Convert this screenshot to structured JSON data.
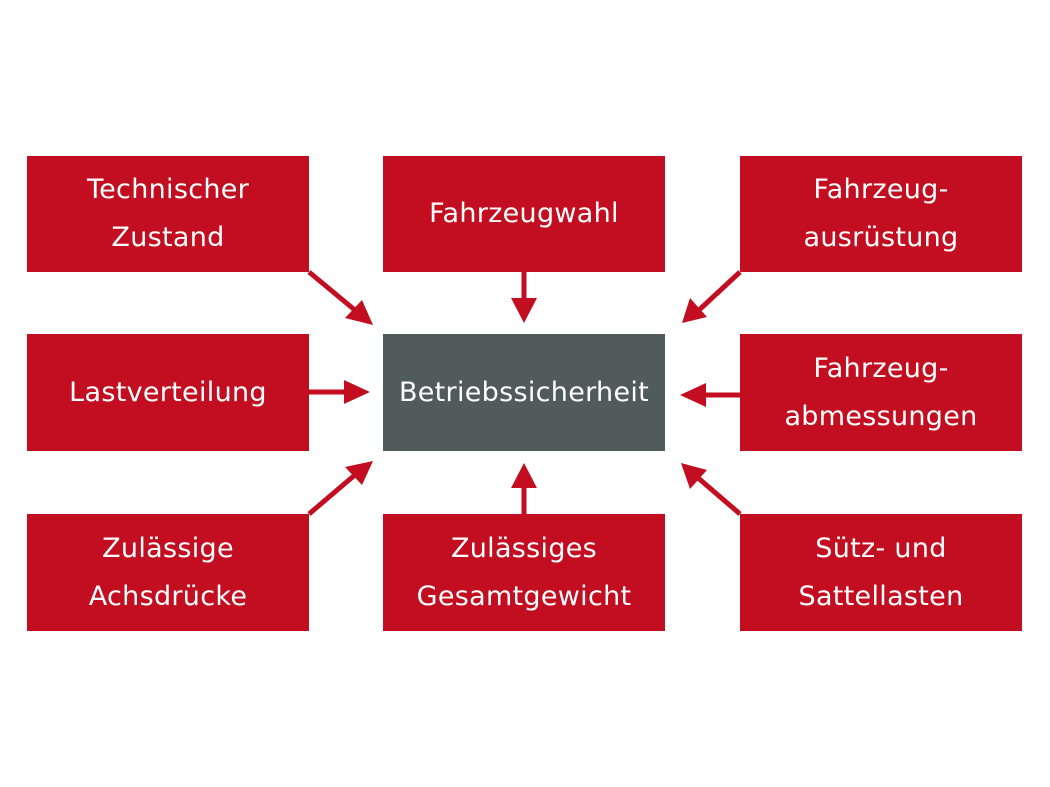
{
  "colors": {
    "outer_box": "#c20e20",
    "center_box": "#505c5c",
    "arrow": "#c20e20",
    "text": "#ffffff",
    "background": "#ffffff"
  },
  "diagram": {
    "center": {
      "lines": [
        "Betriebssicherheit"
      ]
    },
    "factors": {
      "top_left": {
        "lines": [
          "Technischer",
          "Zustand"
        ]
      },
      "top_center": {
        "lines": [
          "Fahrzeugwahl"
        ]
      },
      "top_right": {
        "lines": [
          "Fahrzeug-",
          "ausrüstung"
        ]
      },
      "middle_left": {
        "lines": [
          "Lastverteilung"
        ]
      },
      "middle_right": {
        "lines": [
          "Fahrzeug-",
          "abmessungen"
        ]
      },
      "bottom_left": {
        "lines": [
          "Zulässige",
          "Achsdrücke"
        ]
      },
      "bottom_center": {
        "lines": [
          "Zulässiges",
          "Gesamtgewicht"
        ]
      },
      "bottom_right": {
        "lines": [
          "Sütz- und",
          "Sattellasten"
        ]
      }
    }
  }
}
